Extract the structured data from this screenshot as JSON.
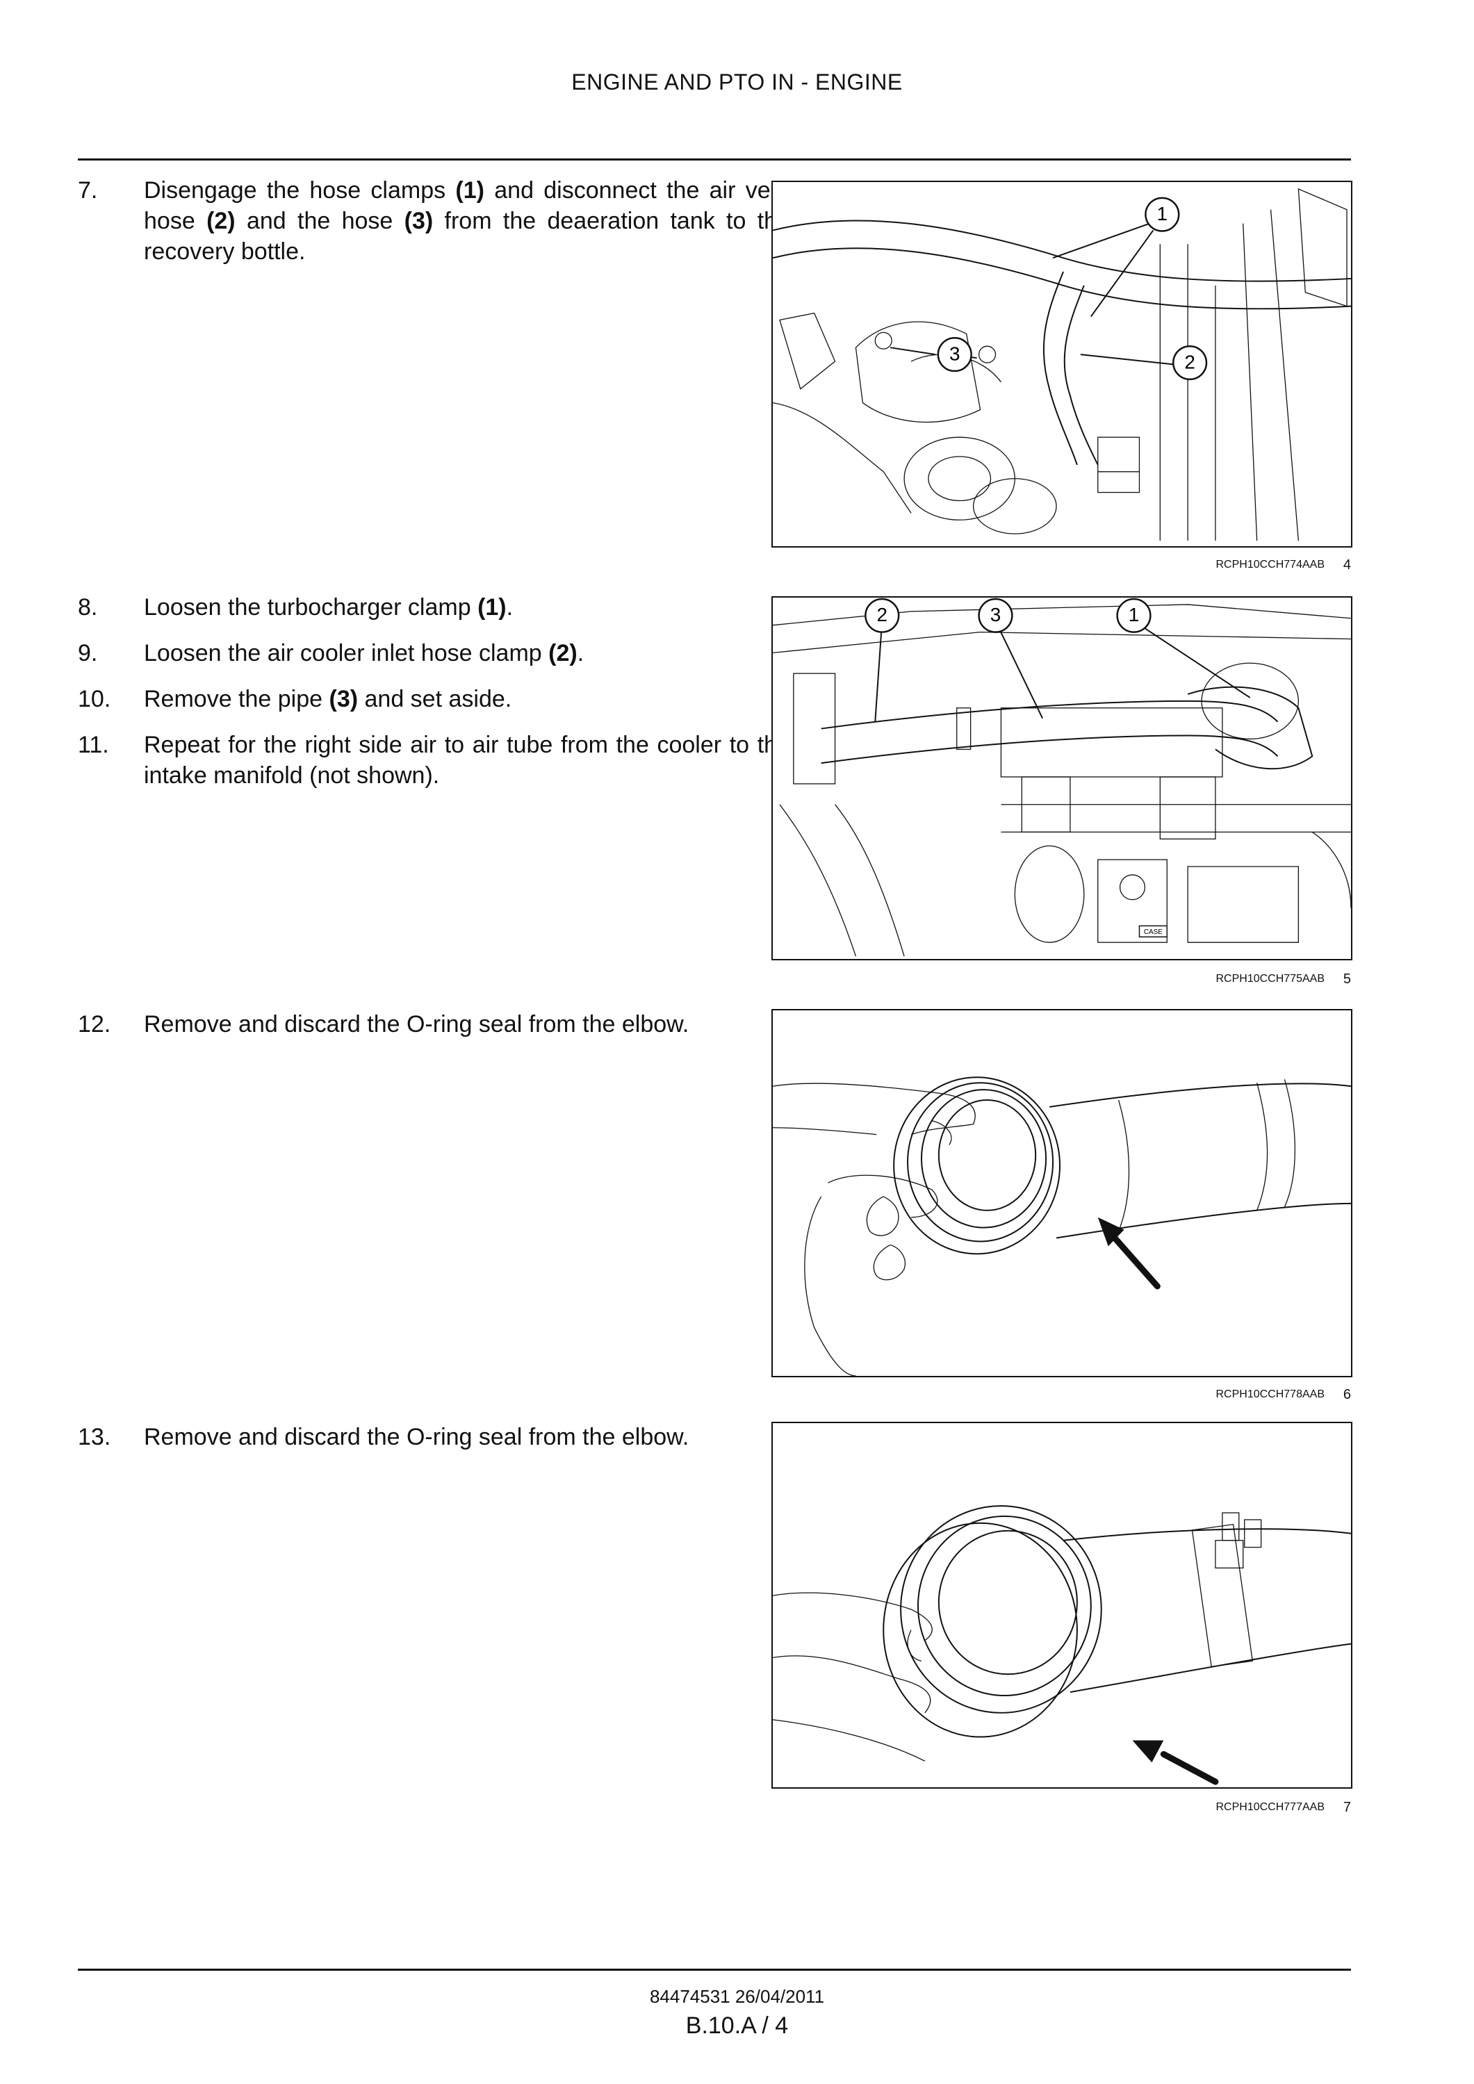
{
  "header": {
    "title": "ENGINE AND PTO IN - ENGINE"
  },
  "steps": [
    {
      "num": "7.",
      "parts": [
        {
          "t": "Disengage the hose clamps "
        },
        {
          "t": "(1)",
          "b": true
        },
        {
          "t": " and disconnect the air vent hose "
        },
        {
          "t": "(2)",
          "b": true
        },
        {
          "t": " and the hose "
        },
        {
          "t": "(3)",
          "b": true
        },
        {
          "t": " from the deaeration tank to the recovery bottle."
        }
      ]
    },
    {
      "num": "8.",
      "parts": [
        {
          "t": "Loosen the turbocharger clamp "
        },
        {
          "t": "(1)",
          "b": true
        },
        {
          "t": "."
        }
      ]
    },
    {
      "num": "9.",
      "parts": [
        {
          "t": "Loosen the air cooler inlet hose clamp "
        },
        {
          "t": "(2)",
          "b": true
        },
        {
          "t": "."
        }
      ]
    },
    {
      "num": "10.",
      "parts": [
        {
          "t": "Remove the pipe "
        },
        {
          "t": "(3)",
          "b": true
        },
        {
          "t": " and set aside."
        }
      ]
    },
    {
      "num": "11.",
      "parts": [
        {
          "t": "Repeat for the right side air to air tube from the cooler to the intake manifold (not shown)."
        }
      ]
    },
    {
      "num": "12.",
      "parts": [
        {
          "t": "Remove and discard the O-ring seal from the elbow."
        }
      ]
    },
    {
      "num": "13.",
      "parts": [
        {
          "t": "Remove and discard the O-ring seal from the elbow."
        }
      ]
    }
  ],
  "figures": [
    {
      "code": "RCPH10CCH774AAB",
      "number": "4",
      "callouts": [
        "1",
        "2",
        "3"
      ]
    },
    {
      "code": "RCPH10CCH775AAB",
      "number": "5",
      "callouts": [
        "2",
        "3",
        "1"
      ],
      "badge": "CASE"
    },
    {
      "code": "RCPH10CCH778AAB",
      "number": "6"
    },
    {
      "code": "RCPH10CCH777AAB",
      "number": "7"
    }
  ],
  "footer": {
    "doc": "84474531 26/04/2011",
    "page": "B.10.A / 4"
  }
}
